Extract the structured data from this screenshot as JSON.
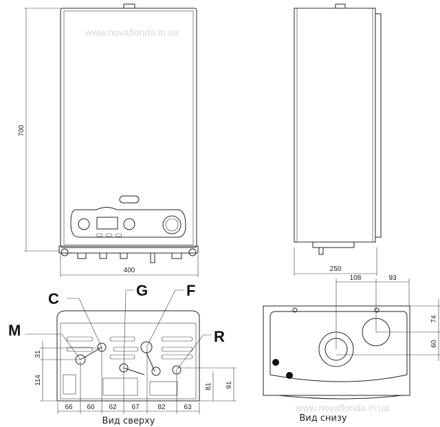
{
  "watermark": "www.novaflorida.in.ua",
  "front_view": {
    "height_label": "700",
    "width_label": "400"
  },
  "side_view": {
    "depth_label": "250"
  },
  "top_view": {
    "caption": "Вид сверху",
    "connection_labels": {
      "C": "C",
      "G": "G",
      "F": "F",
      "M": "M",
      "R": "R"
    },
    "horizontal_dims": [
      "66",
      "60",
      "62",
      "67",
      "82",
      "63"
    ],
    "vertical_dims": {
      "left_upper": "31",
      "left_lower": "114",
      "right_inner": "81",
      "right_outer": "91"
    }
  },
  "bottom_view": {
    "caption": "Вид снизу",
    "horizontal_dims": [
      "108",
      "93"
    ],
    "vertical_dims": [
      "74",
      "60"
    ]
  }
}
